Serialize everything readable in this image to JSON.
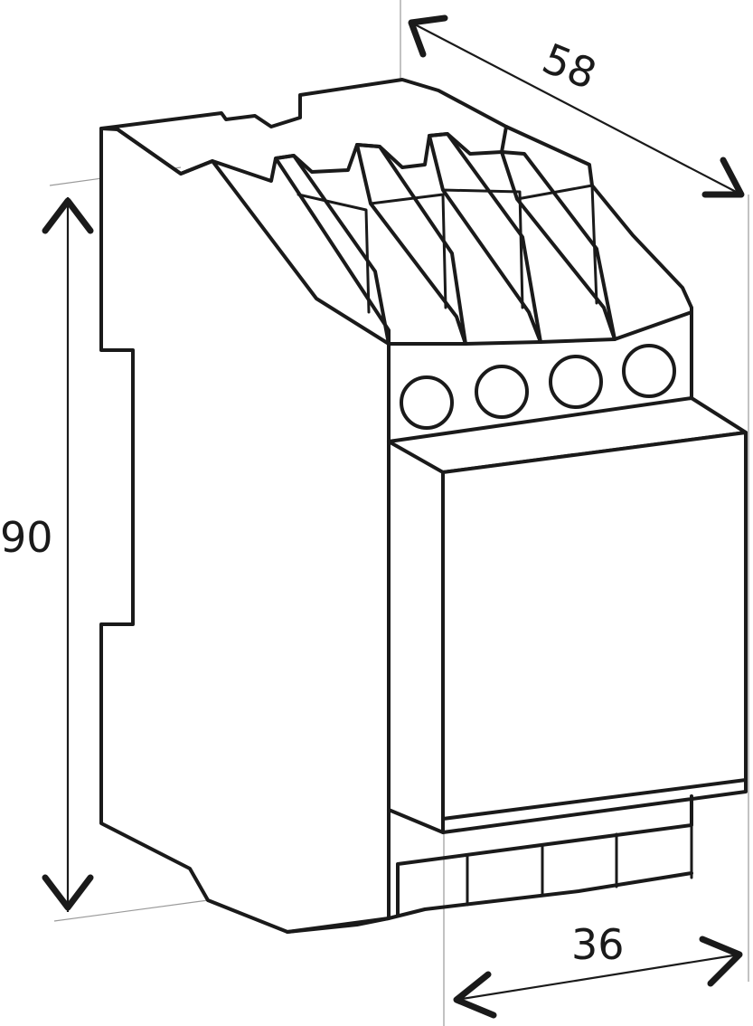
{
  "dimensions": {
    "height": {
      "label": "90"
    },
    "depth": {
      "label": "58"
    },
    "width": {
      "label": "36"
    }
  },
  "colors": {
    "line": "#1a1a1a",
    "extension_line": "#9a9a9a",
    "background": "#ffffff"
  }
}
